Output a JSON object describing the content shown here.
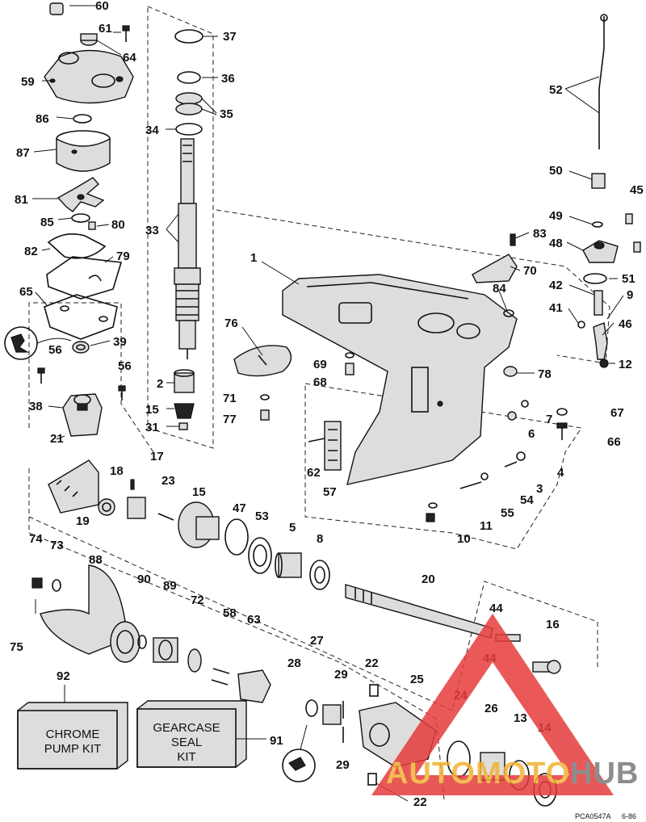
{
  "diagram": {
    "callouts": {
      "c1": "1",
      "c2": "2",
      "c3": "3",
      "c4": "4",
      "c5": "5",
      "c6": "6",
      "c7": "7",
      "c8": "8",
      "c9": "9",
      "c10": "10",
      "c11": "11",
      "c12": "12",
      "c13": "13",
      "c14": "14",
      "c15a": "15",
      "c15b": "15",
      "c16": "16",
      "c17": "17",
      "c18": "18",
      "c19": "19",
      "c20": "20",
      "c21": "21",
      "c22a": "22",
      "c22b": "22",
      "c23": "23",
      "c24": "24",
      "c25": "25",
      "c26": "26",
      "c27": "27",
      "c28": "28",
      "c29a": "29",
      "c29b": "29",
      "c31": "31",
      "c33": "33",
      "c34": "34",
      "c35": "35",
      "c36": "36",
      "c37": "37",
      "c38": "38",
      "c39": "39",
      "c41": "41",
      "c42": "42",
      "c44a": "44",
      "c44b": "44",
      "c45": "45",
      "c46": "46",
      "c47": "47",
      "c48": "48",
      "c49": "49",
      "c50": "50",
      "c51": "51",
      "c52": "52",
      "c53": "53",
      "c54": "54",
      "c55": "55",
      "c56a": "56",
      "c56b": "56",
      "c57": "57",
      "c58": "58",
      "c59": "59",
      "c60": "60",
      "c61": "61",
      "c62": "62",
      "c63": "63",
      "c64": "64",
      "c65": "65",
      "c66": "66",
      "c67": "67",
      "c68": "68",
      "c69": "69",
      "c70": "70",
      "c71": "71",
      "c72": "72",
      "c73": "73",
      "c74": "74",
      "c75": "75",
      "c76": "76",
      "c77": "77",
      "c78": "78",
      "c79": "79",
      "c80": "80",
      "c81": "81",
      "c82": "82",
      "c83": "83",
      "c84": "84",
      "c85": "85",
      "c86": "86",
      "c87": "87",
      "c88": "88",
      "c89": "89",
      "c90": "90",
      "c91": "91",
      "c92": "92"
    },
    "kits": {
      "chrome_line1": "CHROME",
      "chrome_line2": "PUMP KIT",
      "seal_line1": "GEARCASE",
      "seal_line2": "SEAL",
      "seal_line3": "KIT"
    },
    "drawing_code": "PCA0547A",
    "drawing_code_suffix": "6-86",
    "watermark": {
      "prefix": "AUTOMOTO",
      "suffix": "HUB",
      "prefix_color": "#f2b233",
      "suffix_color": "#7a7a7a",
      "triangle_color": "#e63b3b"
    }
  }
}
